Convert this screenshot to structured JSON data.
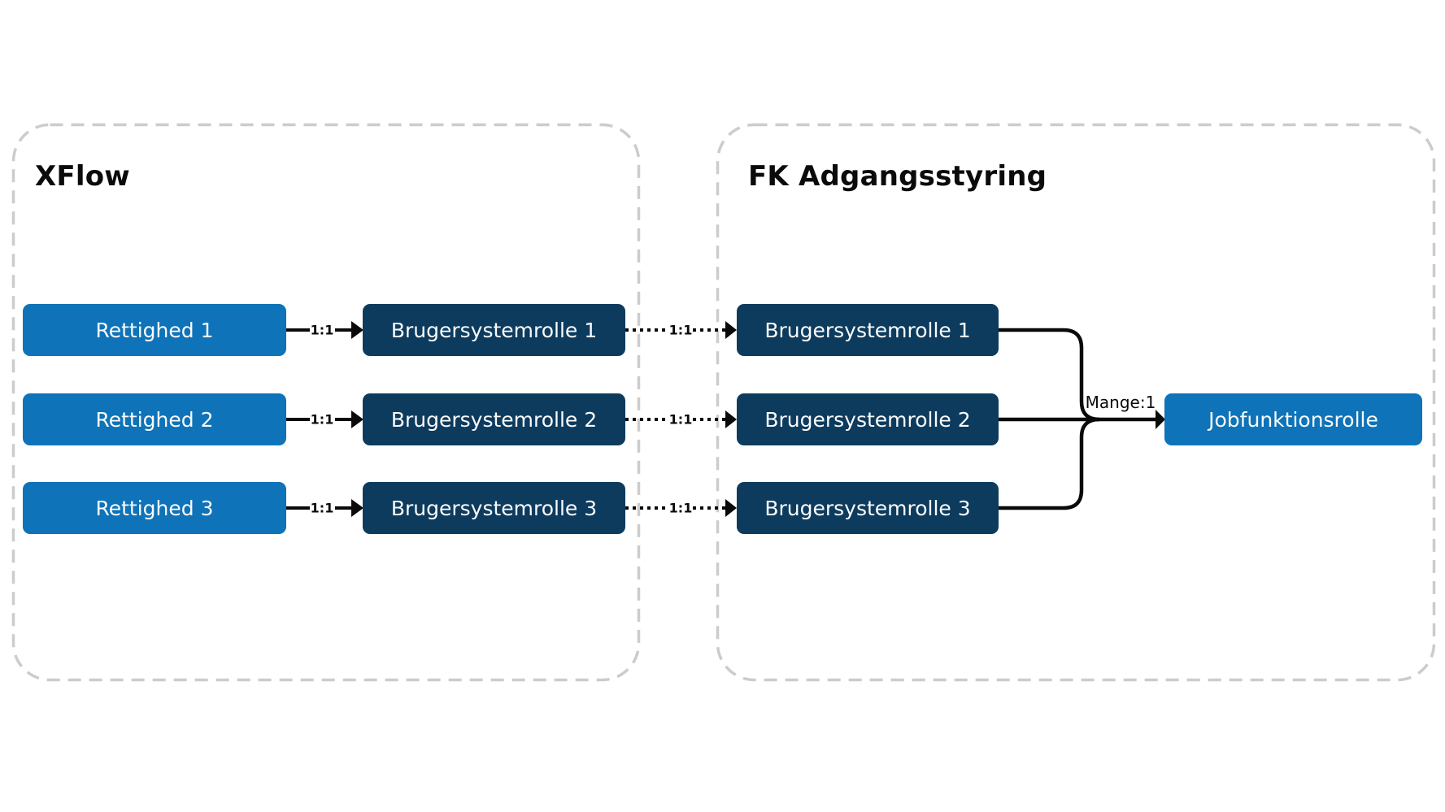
{
  "diagram": {
    "xflow": {
      "title": "XFlow",
      "rettigheder": [
        {
          "label": "Rettighed 1"
        },
        {
          "label": "Rettighed 2"
        },
        {
          "label": "Rettighed 3"
        }
      ],
      "brugersystemroller": [
        {
          "label": "Brugersystemrolle 1"
        },
        {
          "label": "Brugersystemrolle 2"
        },
        {
          "label": "Brugersystemrolle 3"
        }
      ]
    },
    "fk": {
      "title": "FK Adgangsstyring",
      "brugersystemroller": [
        {
          "label": "Brugersystemrolle 1"
        },
        {
          "label": "Brugersystemrolle 2"
        },
        {
          "label": "Brugersystemrolle 3"
        }
      ],
      "jobfunktionsrolle": {
        "label": "Jobfunktionsrolle"
      }
    },
    "edges": {
      "solid": [
        {
          "label": "1:1"
        },
        {
          "label": "1:1"
        },
        {
          "label": "1:1"
        }
      ],
      "dotted": [
        {
          "label": "1:1"
        },
        {
          "label": "1:1"
        },
        {
          "label": "1:1"
        }
      ],
      "merge": {
        "label": "Mange:1"
      }
    },
    "colors": {
      "primary_blue": "#0e73b8",
      "dark_navy": "#0d3b5e",
      "container_border": "#cccccc",
      "line_black": "#0a0a0a",
      "node_text": "#fafafa"
    }
  }
}
